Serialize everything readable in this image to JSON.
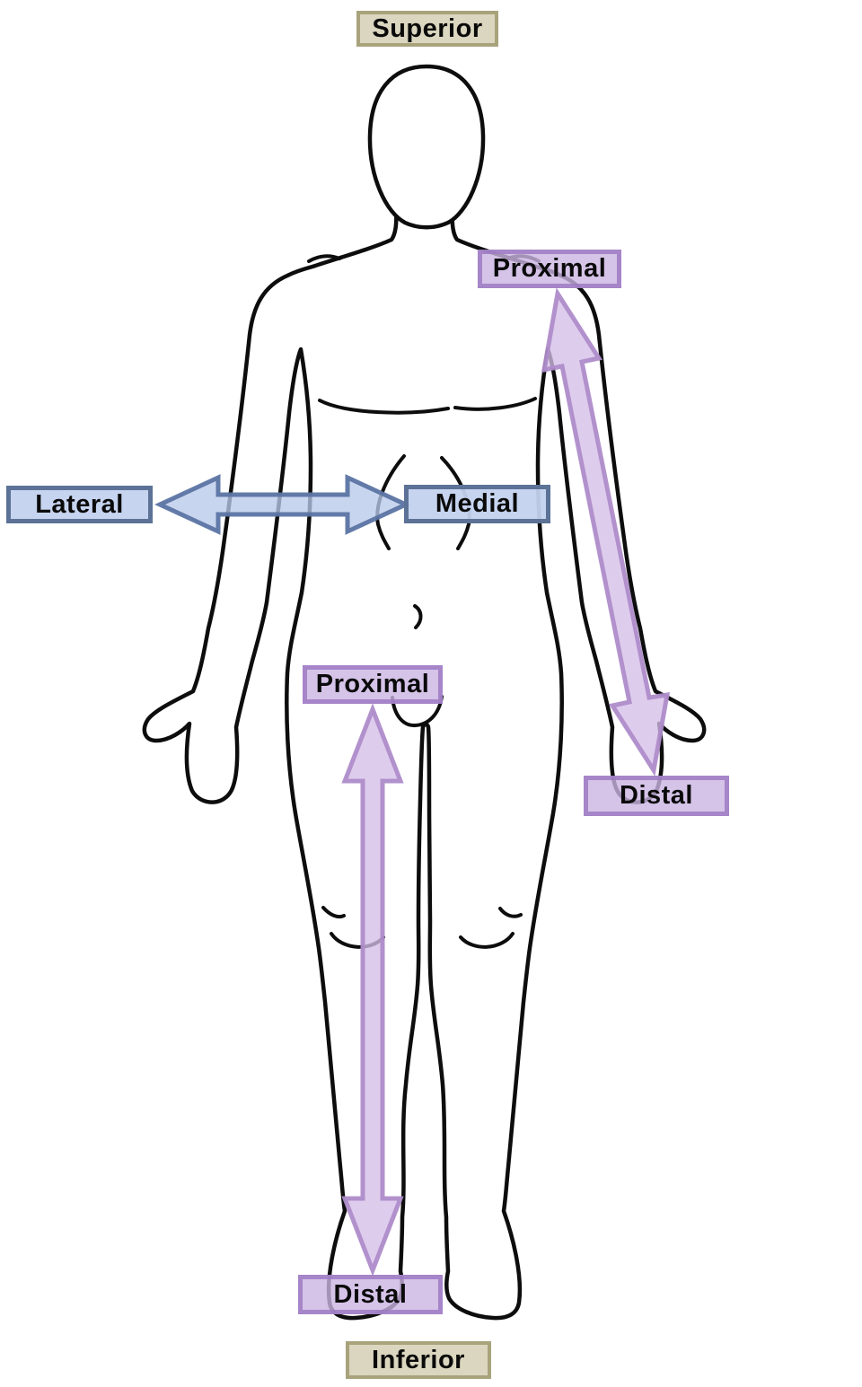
{
  "diagram": {
    "title": "anatomical-directional-terms",
    "labels": {
      "superior": "Superior",
      "inferior": "Inferior",
      "lateral": "Lateral",
      "medial": "Medial",
      "proximal_arm": "Proximal",
      "distal_arm": "Distal",
      "proximal_leg": "Proximal",
      "distal_leg": "Distal"
    },
    "arrows": [
      {
        "name": "lateral-medial-arrow",
        "type": "double-headed",
        "orientation": "horizontal",
        "color_key": "blue"
      },
      {
        "name": "arm-proximal-distal-arrow",
        "type": "double-headed",
        "orientation": "diagonal-along-right-arm",
        "color_key": "purple"
      },
      {
        "name": "leg-proximal-distal-arrow",
        "type": "double-headed",
        "orientation": "vertical-along-left-leg",
        "color_key": "purple"
      }
    ],
    "colors": {
      "tan_bg": "#dad6bf",
      "tan_border": "#a9a37c",
      "blue_bg": "#c3d2ee",
      "blue_border": "#5c7296",
      "purple_bg": "#cbb4e2",
      "purple_border": "#9e7ac3",
      "blue_arrow_fill": "#b9c9e9",
      "blue_arrow_stroke": "#5b74a3",
      "purple_arrow_fill": "#d5bee8",
      "purple_arrow_stroke": "#ae8cca",
      "outline": "#0d0d0d",
      "background": "#ffffff"
    }
  }
}
